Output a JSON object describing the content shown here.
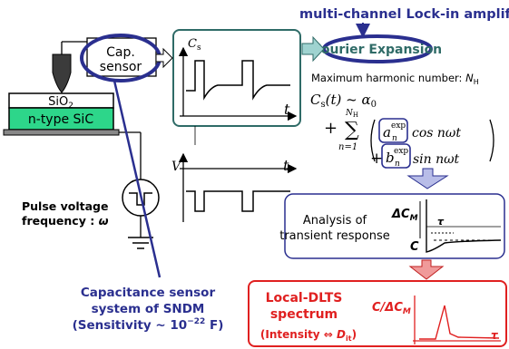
{
  "lockin_title": "multi-channel Lock-in amplifier",
  "fourier_label": "Fourier Expansion",
  "harmonic_text": "Maximum harmonic number: ",
  "harmonic_symbol": "N",
  "harmonic_sub": "H",
  "cap_sensor_line1": "Cap.",
  "cap_sensor_line2": "sensor",
  "sio2": "SiO",
  "sio2_sub": "2",
  "sic": "n-type SiC",
  "cs_axis": "C",
  "cs_axis_sub": "s",
  "t_axis": "t",
  "v_axis": "V",
  "pulse_line1": "Pulse voltage",
  "pulse_line2": "frequency : ",
  "omega": "ω",
  "sndm_line1": "Capacitance sensor",
  "sndm_line2": "system of SNDM",
  "sndm_line3": "(Sensitivity ~ 10",
  "sndm_exp": "−22",
  "sndm_unit": " F)",
  "analysis_line1": "Analysis of",
  "analysis_line2": "transient response",
  "delta_c": "ΔC",
  "delta_c_sub": "M",
  "c_label": "C",
  "tau": "τ",
  "dlts_line1": "Local-DLTS",
  "dlts_line2": "spectrum",
  "dlts_line3": "(Intensity ⇔ ",
  "dlts_dit": "D",
  "dlts_dit_sub": "it",
  "dlts_close": ")",
  "dlts_axis": "C/ΔC",
  "dlts_axis_sub": "M",
  "dlts_tau": "τ",
  "eq": {
    "cs": "C",
    "cs_sub": "s",
    "cs_arg": "(t) ~ α",
    "alpha_sub": "0",
    "plus": "+",
    "sum": "∑",
    "sum_top": "N",
    "sum_top_sub": "H",
    "sum_bottom": "n=1",
    "a": "a",
    "a_sup": "exp",
    "a_sub": "n",
    "cos": "cos nωt",
    "b": "b",
    "b_sup": "exp",
    "b_sub": "n",
    "sin": "sin nωt",
    "plus2": "+"
  },
  "colors": {
    "navy": "#2a2f8f",
    "teal": "#2f6b67",
    "green": "#2dd68a",
    "red": "#e02020",
    "arrow_teal": "#9fd3d0",
    "arrow_blue": "#b8bde8",
    "arrow_red": "#f09a9a"
  }
}
